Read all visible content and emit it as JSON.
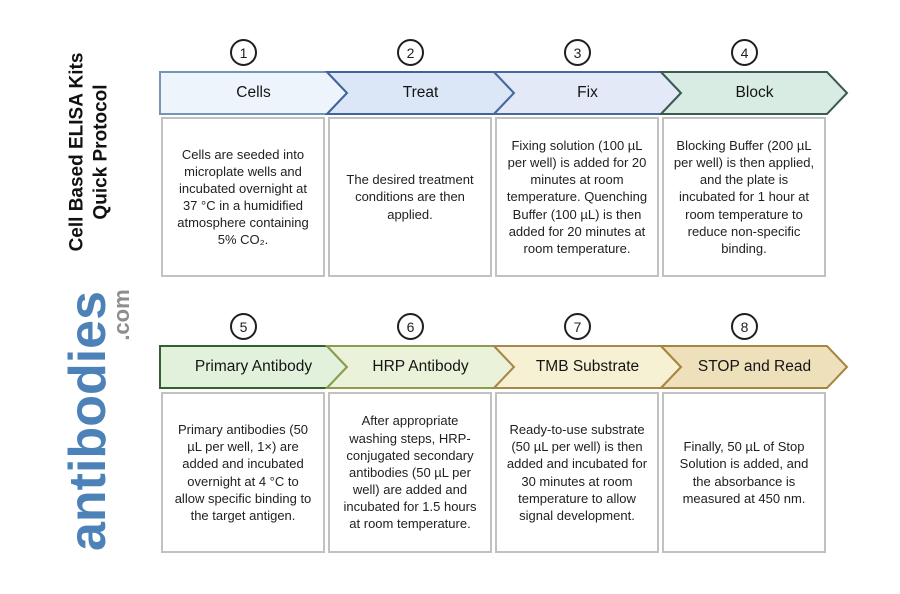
{
  "page": {
    "title_line1": "Cell Based ELISA Kits",
    "title_line2": "Quick Protocol"
  },
  "brand": {
    "name": "antibodies",
    "tld": ".com",
    "color": "#4d82b8",
    "tld_color": "#8e8e8e"
  },
  "steps": [
    {
      "number": "1",
      "label": "Cells",
      "description": "Cells are seeded into microplate wells and incubated overnight at 37 °C in a humidified atmosphere containing 5% CO₂.",
      "arrow_fill": "#eef4fb",
      "arrow_stroke": "#7693b9"
    },
    {
      "number": "2",
      "label": "Treat",
      "description": "The desired treatment conditions are then applied.",
      "arrow_fill": "#dbe7f7",
      "arrow_stroke": "#3f649b"
    },
    {
      "number": "3",
      "label": "Fix",
      "description": "Fixing solution (100 µL per well) is added for 20 minutes at room temperature. Quenching Buffer (100 µL) is then added for 20 minutes at room temperature.",
      "arrow_fill": "#e4e9f8",
      "arrow_stroke": "#48699f"
    },
    {
      "number": "4",
      "label": "Block",
      "description": "Blocking Buffer (200 µL per well) is then applied, and the plate is incubated for 1 hour at room temperature to reduce non-specific binding.",
      "arrow_fill": "#d8ece3",
      "arrow_stroke": "#3c5a50"
    },
    {
      "number": "5",
      "label": "Primary Antibody",
      "description": "Primary antibodies (50 µL per well, 1×) are added and incubated overnight at 4 °C to allow specific binding to the target antigen.",
      "arrow_fill": "#e2f1dc",
      "arrow_stroke": "#336030"
    },
    {
      "number": "6",
      "label": "HRP Antibody",
      "description": "After appropriate washing steps, HRP-conjugated secondary antibodies (50 µL per well) are added and incubated for 1.5 hours at room temperature.",
      "arrow_fill": "#ebf2da",
      "arrow_stroke": "#8f9c4d"
    },
    {
      "number": "7",
      "label": "TMB Substrate",
      "description": "Ready-to-use substrate (50 µL per well) is then added and incubated for 30 minutes at room temperature to allow signal development.",
      "arrow_fill": "#f6f1d3",
      "arrow_stroke": "#a8884a"
    },
    {
      "number": "8",
      "label": "STOP and Read",
      "description": "Finally, 50 µL of Stop Solution is added, and the absorbance is measured at 450 nm.",
      "arrow_fill": "#eee0ba",
      "arrow_stroke": "#a8853f"
    }
  ]
}
